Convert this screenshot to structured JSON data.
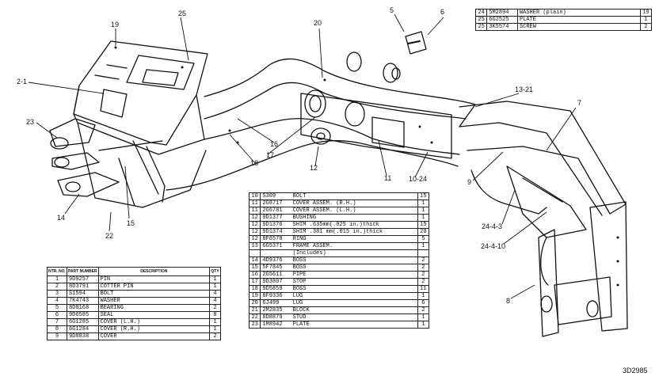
{
  "callouts": {
    "c19": "19",
    "c25": "25",
    "c20": "20",
    "c5": "5",
    "c6": "6",
    "c21": "2-1",
    "c23": "23",
    "c16": "16",
    "c18": "18",
    "c17": "17",
    "c12": "12",
    "c11": "11",
    "c1024": "10-24",
    "c1321": "13-21",
    "c7": "7",
    "c9": "9",
    "c2443": "24-4-3",
    "c24410": "24-4-10",
    "c14": "14",
    "c22": "22",
    "c15": "15",
    "c8": "8"
  },
  "left_table": {
    "headers": [
      "NTR. NO.",
      "PART NUMBER",
      "DESCRIPTION",
      "QTY"
    ],
    "rows": [
      [
        "1",
        "9D9257",
        "PIN",
        "1"
      ],
      [
        "2",
        "8D3791",
        "COTTER PIN",
        "1"
      ],
      [
        "3",
        "S1594",
        "BOLT",
        "4"
      ],
      [
        "4",
        "7K4743",
        "WASHER",
        "4"
      ],
      [
        "5",
        "8D8168",
        "BEARING",
        "2"
      ],
      [
        "6",
        "9D6585",
        "SEAL",
        "8"
      ],
      [
        "7",
        "6G1285",
        "COVER (L.H.)",
        "1"
      ],
      [
        "8",
        "6G1284",
        "COVER (R.H.)",
        "1"
      ],
      [
        "9",
        "9D8838",
        "COVER",
        "2"
      ]
    ]
  },
  "mid_table": {
    "rows": [
      [
        "10",
        "S309",
        "BOLT",
        "15"
      ],
      [
        "11",
        "2G8717",
        "COVER ASSEM. (R.H.)",
        "1"
      ],
      [
        "11",
        "2G6781",
        "COVER ASSEM. (L.H.)",
        "1"
      ],
      [
        "12",
        "9D1377",
        "BUSHING",
        "1"
      ],
      [
        "12",
        "9D1376",
        "SHIM .635mm(.025 in.)thick",
        "15"
      ],
      [
        "12",
        "9D1374",
        "SHIM .381 mm(.015 in.)thick",
        "20"
      ],
      [
        "12",
        "8F6578",
        "RING",
        "5"
      ],
      [
        "13",
        "6G5371",
        "FRAME ASSEM.",
        "1"
      ],
      [
        "",
        "",
        "(Includes)",
        ""
      ],
      [
        "14",
        "4D9376",
        "BOSS",
        "2"
      ],
      [
        "15",
        "5F7845",
        "BOSS",
        "2"
      ],
      [
        "16",
        "2G5611",
        "PIPE",
        "2"
      ],
      [
        "17",
        "9D3807",
        "STOP",
        "2"
      ],
      [
        "18",
        "9D5859",
        "BOSS",
        "11"
      ],
      [
        "19",
        "8F9336",
        "LUG",
        "1"
      ],
      [
        "20",
        "6J499",
        "LUG",
        "6"
      ],
      [
        "21",
        "2M2835",
        "BLOCK",
        "2"
      ],
      [
        "22",
        "8D8879",
        "STUD",
        "1"
      ],
      [
        "23",
        "1M8942",
        "PLATE",
        "1"
      ]
    ]
  },
  "top_table": {
    "rows": [
      [
        "24",
        "5M2894",
        "WASHER (plain)",
        "19"
      ],
      [
        "25",
        "6G2525",
        "PLATE",
        "1"
      ],
      [
        "25",
        "3K5574",
        "SCREW",
        "2"
      ]
    ]
  },
  "figure_id": "3D2985"
}
